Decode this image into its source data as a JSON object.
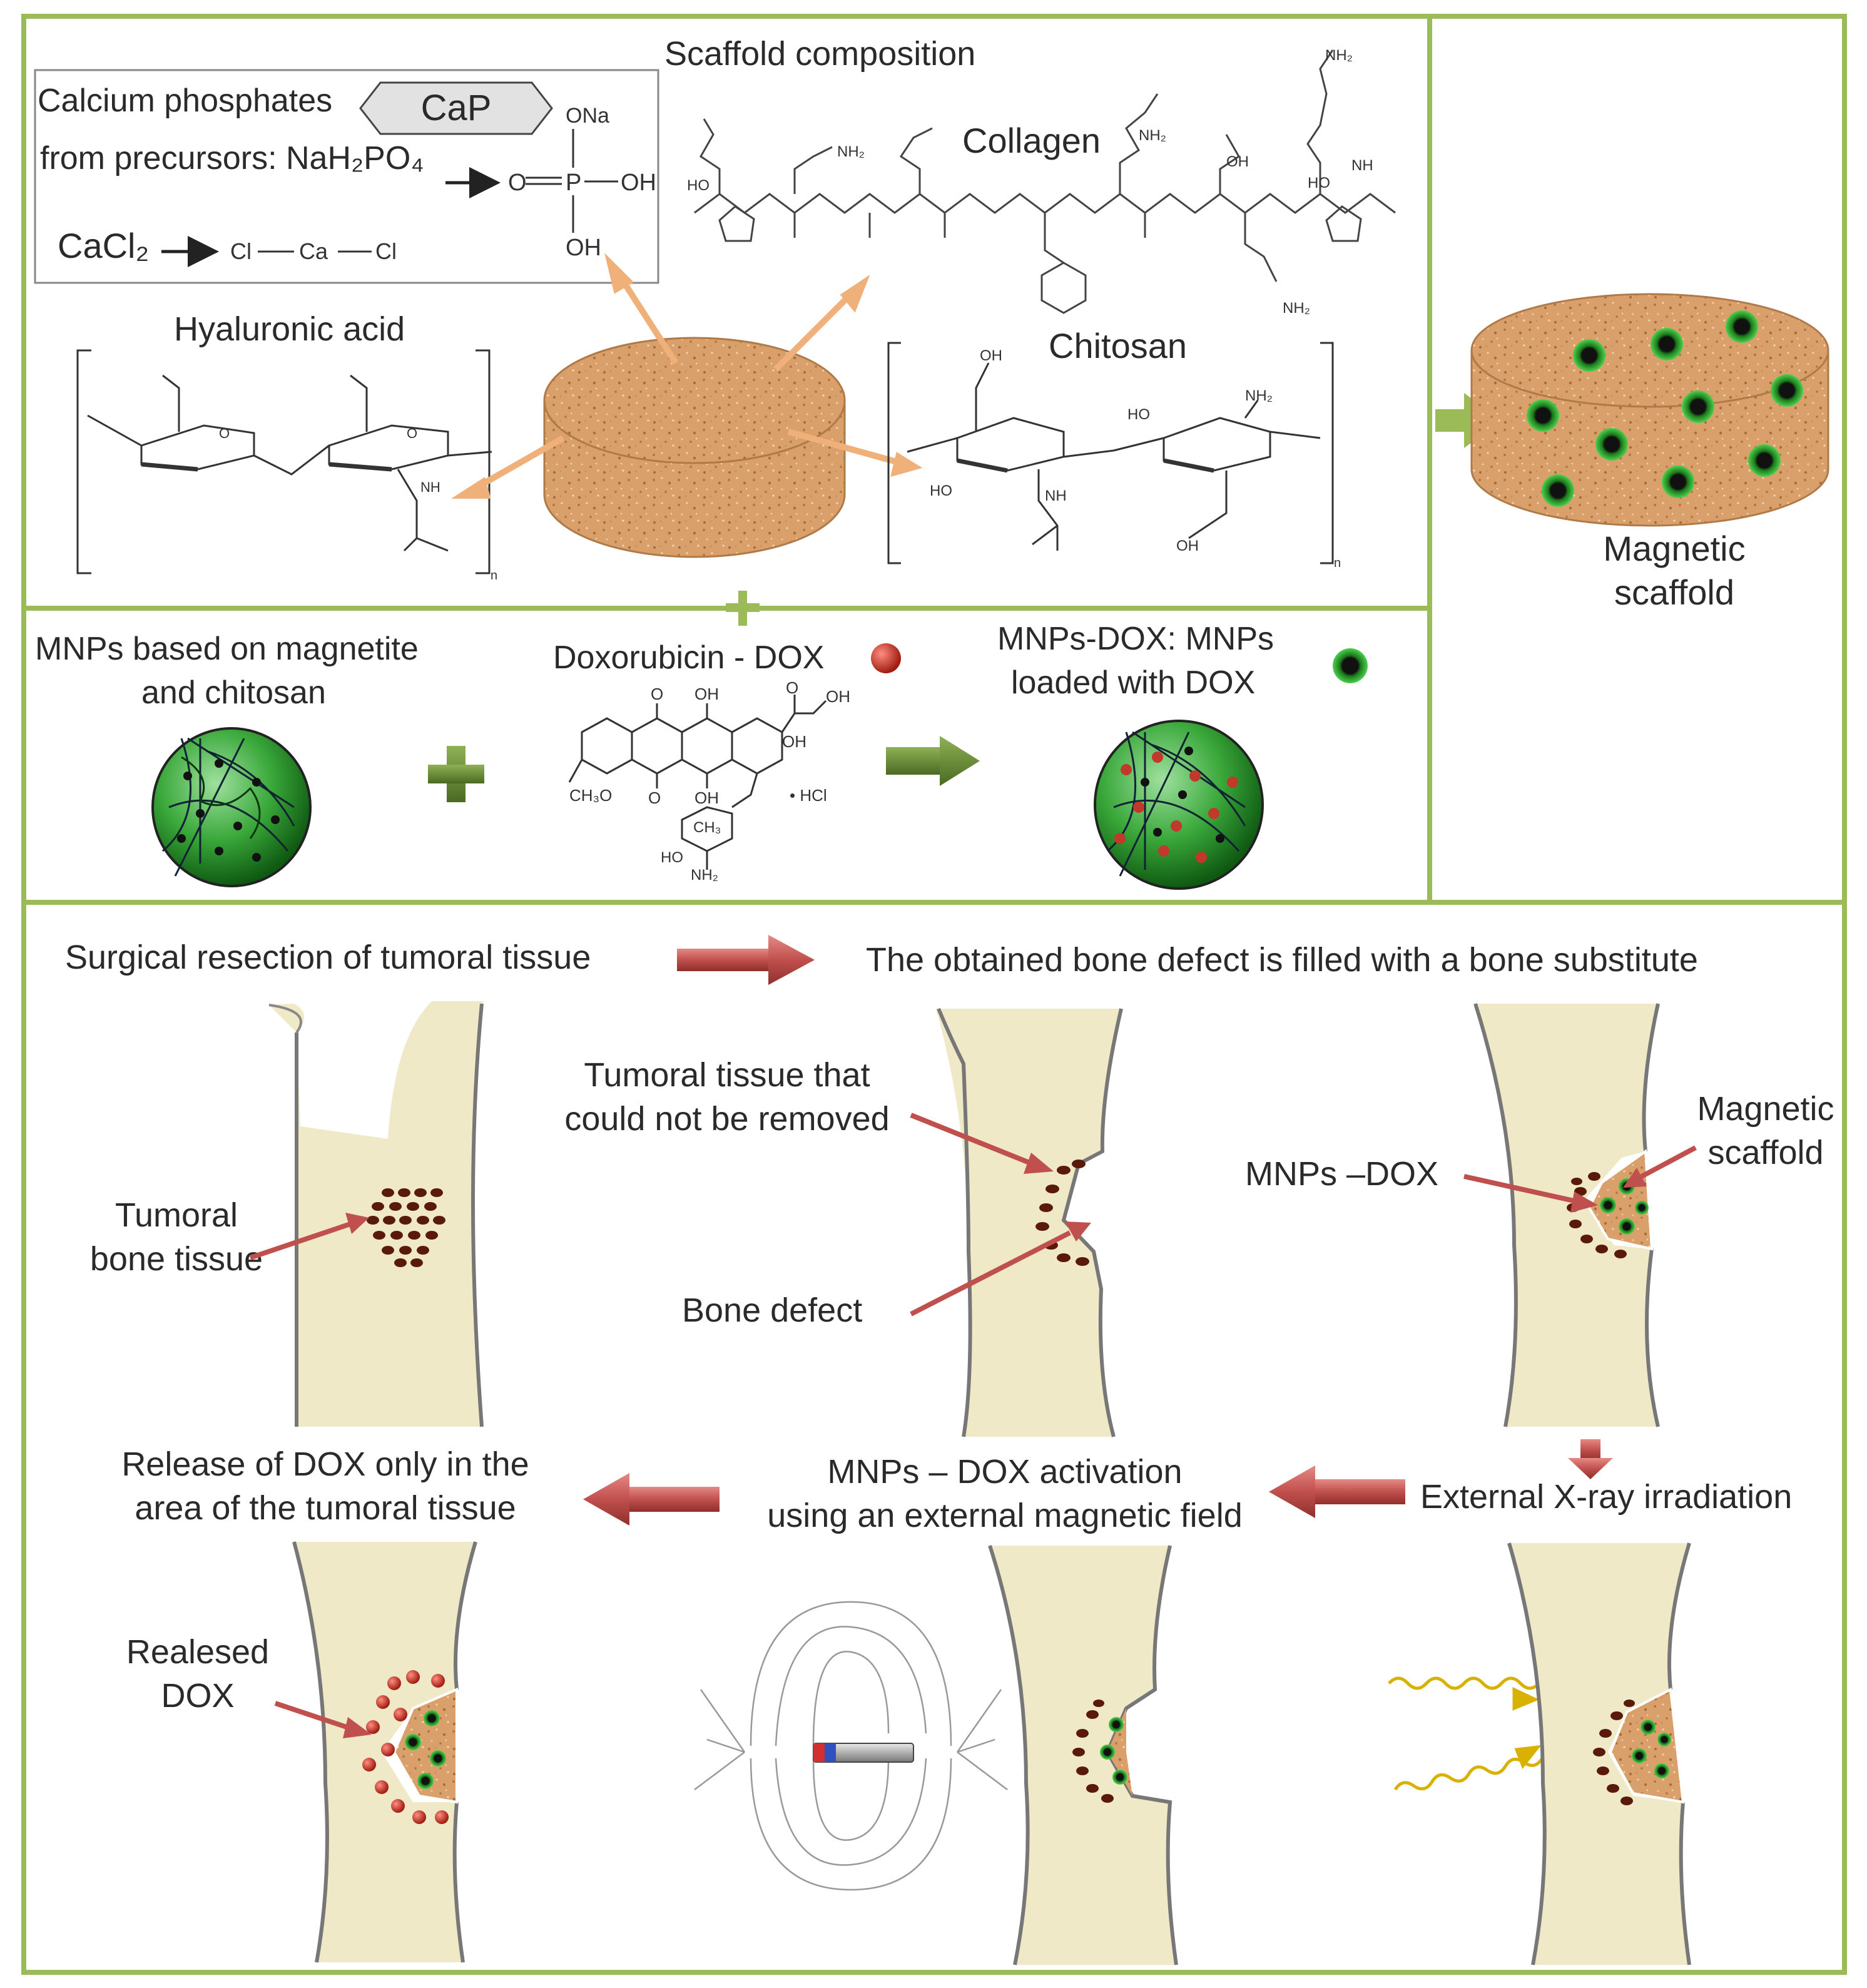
{
  "colors": {
    "frame": "#9bbb59",
    "scaffold": "#d9a06b",
    "bone": "#efe9c8",
    "arrow_red": "#c0504d",
    "arrow_green": "#5a7a2a",
    "mnp_green": "#2e9a2e",
    "dox_red": "#c0392b",
    "xray": "#d9b100"
  },
  "scaffold_composition": {
    "title": "Scaffold composition",
    "cap_line1": "Calcium phosphates",
    "cap_badge": "CaP",
    "cap_line2": "from precursors: NaH₂PO₄",
    "cacl2": "CaCl₂",
    "phosphate_ona": "ONa",
    "phosphate_o": "O",
    "phosphate_p": "P",
    "phosphate_oh1": "OH",
    "phosphate_oh2": "OH",
    "cacl_cl1": "Cl",
    "cacl_ca": "Ca",
    "cacl_cl2": "Cl",
    "collagen": "Collagen",
    "chitosan": "Chitosan",
    "hyaluronic_acid": "Hyaluronic acid",
    "atoms": [
      "NH₂",
      "HO",
      "OH",
      "NH",
      "OH",
      "HO",
      "NH₂",
      "O",
      "n",
      "n"
    ]
  },
  "magnetic_scaffold": {
    "label_line1": "Magnetic",
    "label_line2": "scaffold"
  },
  "mnps": {
    "label_line1": "MNPs based on magnetite",
    "label_line2": "and chitosan",
    "dox_label": "Doxorubicin  - DOX",
    "dox_hcl": "• HCl",
    "dox_atoms": [
      "O",
      "OH",
      "O",
      "OH",
      "OH",
      "CH₃O",
      "O",
      "OH",
      "CH₃",
      "HO",
      "NH₂"
    ],
    "loaded_line1": "MNPs-DOX:  MNPs",
    "loaded_line2": "loaded with DOX"
  },
  "procedure": {
    "step1": "Surgical resection of tumoral tissue",
    "step2": "The obtained  bone defect is filled  with  a bone  substitute",
    "tumoral_bone_line1": "Tumoral",
    "tumoral_bone_line2": "bone tissue",
    "not_removed_line1": "Tumoral  tissue that",
    "not_removed_line2": "could not be removed",
    "bone_defect": "Bone defect",
    "mnps_dox": "MNPs –DOX",
    "mag_scaffold_line1": "Magnetic",
    "mag_scaffold_line2": "scaffold",
    "release_line1": "Release of DOX  only in the",
    "release_line2": "area of the tumoral tissue",
    "activation_line1": "MNPs – DOX  activation",
    "activation_line2": "using an  external magnetic field",
    "xray": "External X-ray  irradiation",
    "released_line1": "Realesed",
    "released_line2": "DOX"
  }
}
